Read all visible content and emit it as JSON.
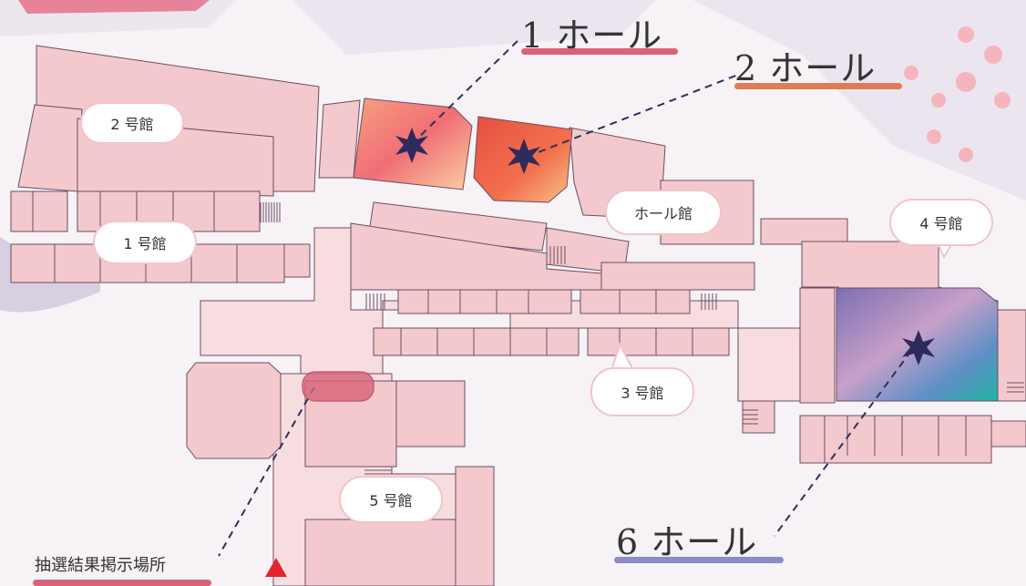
{
  "halls": [
    {
      "label": "1 ホール",
      "color": "#d9627a"
    },
    {
      "label": "2 ホール",
      "color": "#e47a55"
    },
    {
      "label": "6 ホール",
      "color": "#8c8cc0"
    }
  ],
  "buildings": {
    "b2": "2 号館",
    "b1": "1 号館",
    "hall_building": "ホール館",
    "b4": "4 号館",
    "b3": "3 号館",
    "b5": "5 号館"
  },
  "notice": {
    "label": "抽選結果掲示場所",
    "marker": "triangle-icon",
    "highlight_color": "#d9627a"
  },
  "colors": {
    "building_fill": "#f3c9ce",
    "building_stroke": "#6b4d63",
    "corridor_fill": "#f8dde0",
    "dashed_line": "#2f2f5a",
    "star_icon": "#2f2a5c"
  }
}
